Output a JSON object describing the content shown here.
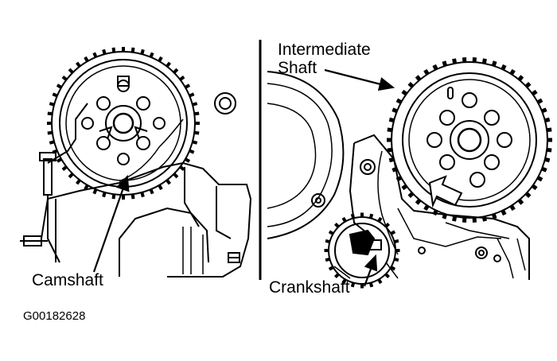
{
  "labels": {
    "camshaft": "Camshaft",
    "intermediate_line1": "Intermediate",
    "intermediate_line2": "Shaft",
    "crankshaft": "Crankshaft",
    "figure_id": "G00182628"
  },
  "colors": {
    "ink": "#000000",
    "paper": "#ffffff"
  }
}
